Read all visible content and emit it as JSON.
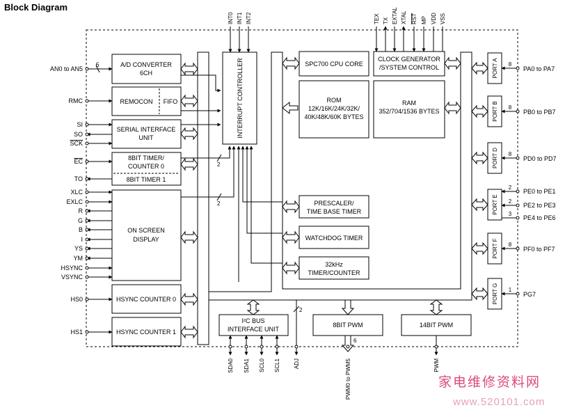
{
  "title": "Block Diagram",
  "blocks": {
    "adc": [
      "A/D CONVERTER",
      "6CH"
    ],
    "remocon": "REMOCON",
    "fifo": "FIFO",
    "sio": [
      "SERIAL INTERFACE",
      "UNIT"
    ],
    "timer0": [
      "8BIT TIMER/",
      "COUNTER 0"
    ],
    "timer1": "8BIT TIMER 1",
    "osd": [
      "ON SCREEN",
      "DISPLAY"
    ],
    "hcnt0": "HSYNC COUNTER 0",
    "hcnt1": "HSYNC COUNTER 1",
    "intc": "INTERRUPT CONTROLLER",
    "cpu": "SPC700 CPU CORE",
    "clock": [
      "CLOCK GENERATOR",
      "/SYSTEM CONTROL"
    ],
    "rom": [
      "ROM",
      "12K/16K/24K/32K/",
      "40K/48K/60K BYTES"
    ],
    "ram": [
      "RAM",
      "352/704/1536 BYTES"
    ],
    "prescaler": [
      "PRESCALER/",
      "TIME BASE TIMER"
    ],
    "watchdog": "WATCHDOG TIMER",
    "t32k": [
      "32kHz",
      "TIMER/COUNTER"
    ],
    "i2c": [
      "I²C BUS",
      "INTERFACE UNIT"
    ],
    "pwm8": "8BIT PWM",
    "pwm14": "14BIT PWM"
  },
  "ports": [
    {
      "label": "PORT A",
      "width": "8",
      "pins": "PA0 to PA7"
    },
    {
      "label": "PORT B",
      "width": "8",
      "pins": "PB0 to PB7"
    },
    {
      "label": "PORT D",
      "width": "8",
      "pins": "PD0 to PD7"
    },
    {
      "label": "PORT E",
      "widths": [
        "2",
        "2",
        "3"
      ],
      "pins": [
        "PE0 to PE1",
        "PE2 to PE3",
        "PE4 to PE6"
      ]
    },
    {
      "label": "PORT F",
      "width": "8",
      "pins": "PF0 to PF7"
    },
    {
      "label": "PORT G",
      "width": "1",
      "pins": "PG7"
    }
  ],
  "left_pins": {
    "an": "AN0 to AN5",
    "an_width": "6",
    "rmc": "RMC",
    "si": "SI",
    "so": "SO",
    "sck": "SCK",
    "ec": "EC",
    "to": "TO",
    "osd_pins": [
      "XLC",
      "EXLC",
      "R",
      "G",
      "B",
      "I",
      "YS",
      "YM",
      "HSYNC",
      "VSYNC"
    ],
    "hs0": "HS0",
    "hs1": "HS1"
  },
  "top_pins": {
    "int": [
      "INT0",
      "INT1",
      "INT2"
    ],
    "clock": [
      "TEX",
      "TX",
      "EXTAL",
      "XTAL",
      "RST",
      "MP",
      "VDD",
      "VSS"
    ]
  },
  "bottom_pins": {
    "i2c": [
      "SDA0",
      "SDA1",
      "SCL0",
      "SCL1"
    ],
    "adj": "ADJ",
    "pwm8": "PWM0 to PWM5",
    "pwm8_width": "6",
    "pwm14": "PWM"
  },
  "bus_widths": {
    "timer_int": "2",
    "osd_int": "2",
    "adj": "2"
  },
  "watermark": {
    "cn": "家电维修资料网",
    "url": "www.520101.com"
  }
}
